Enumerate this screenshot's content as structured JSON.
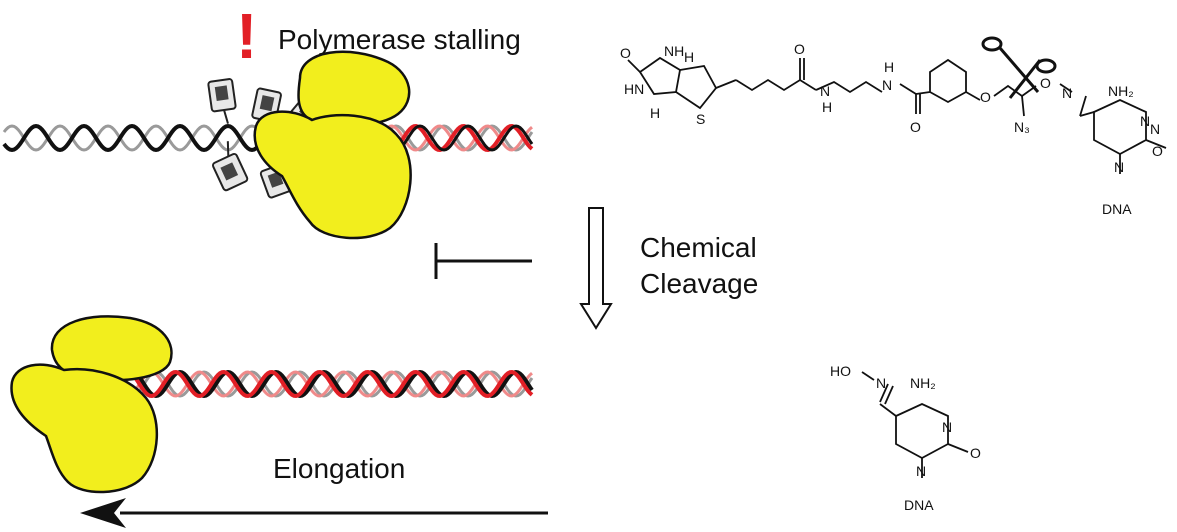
{
  "labels": {
    "stalling": "Polymerase stalling",
    "exclamation": "!",
    "cleavage_line1": "Chemical",
    "cleavage_line2": "Cleavage",
    "elongation": "Elongation"
  },
  "structure_top": {
    "atoms": [
      "O",
      "HN",
      "NH",
      "H",
      "H",
      "S",
      "O",
      "N",
      "H",
      "N",
      "H",
      "O",
      "O",
      "N",
      "N",
      "O",
      "NH₂",
      "N",
      "N",
      "O",
      "DNA",
      "N₃"
    ]
  },
  "structure_bottom": {
    "atoms": [
      "HO",
      "N",
      "NH₂",
      "N",
      "N",
      "O",
      "DNA"
    ]
  },
  "colors": {
    "polymerase": "#f2ee1d",
    "strand_dark": "#111111",
    "strand_red": "#e21f26",
    "strand_grey": "#9a9a9a",
    "strand_pink": "#f08a8a",
    "exclamation": "#e21f26"
  },
  "icons": [
    "scissors-icon",
    "biotin-tag-icon",
    "inhibition-arrow-icon",
    "down-arrow-icon",
    "left-arrow-icon"
  ]
}
